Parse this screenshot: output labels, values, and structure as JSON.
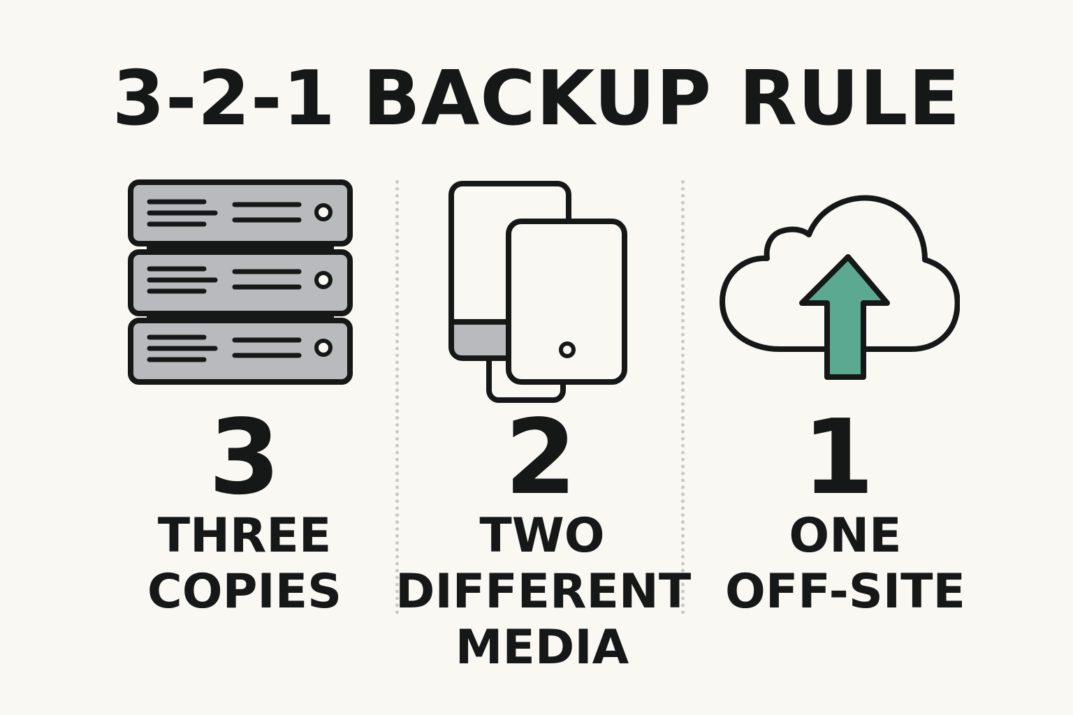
{
  "title": "3-2-1 BACKUP RULE",
  "colors": {
    "background": "#f9f8f3",
    "ink": "#161717",
    "server_fill": "#b8babd",
    "accent_arrow": "#5aa990",
    "divider": "#c8c8c4"
  },
  "columns": [
    {
      "number": "3",
      "label_line1": "THREE",
      "label_line2": "COPIES",
      "icon": "server-stack-icon"
    },
    {
      "number": "2",
      "label_line1": "TWO",
      "label_line2": "DIFFERENT",
      "label_line3": "MEDIA",
      "icon": "storage-devices-icon"
    },
    {
      "number": "1",
      "label_line1": "ONE",
      "label_line2": "OFF-SITE",
      "icon": "cloud-upload-icon"
    }
  ]
}
